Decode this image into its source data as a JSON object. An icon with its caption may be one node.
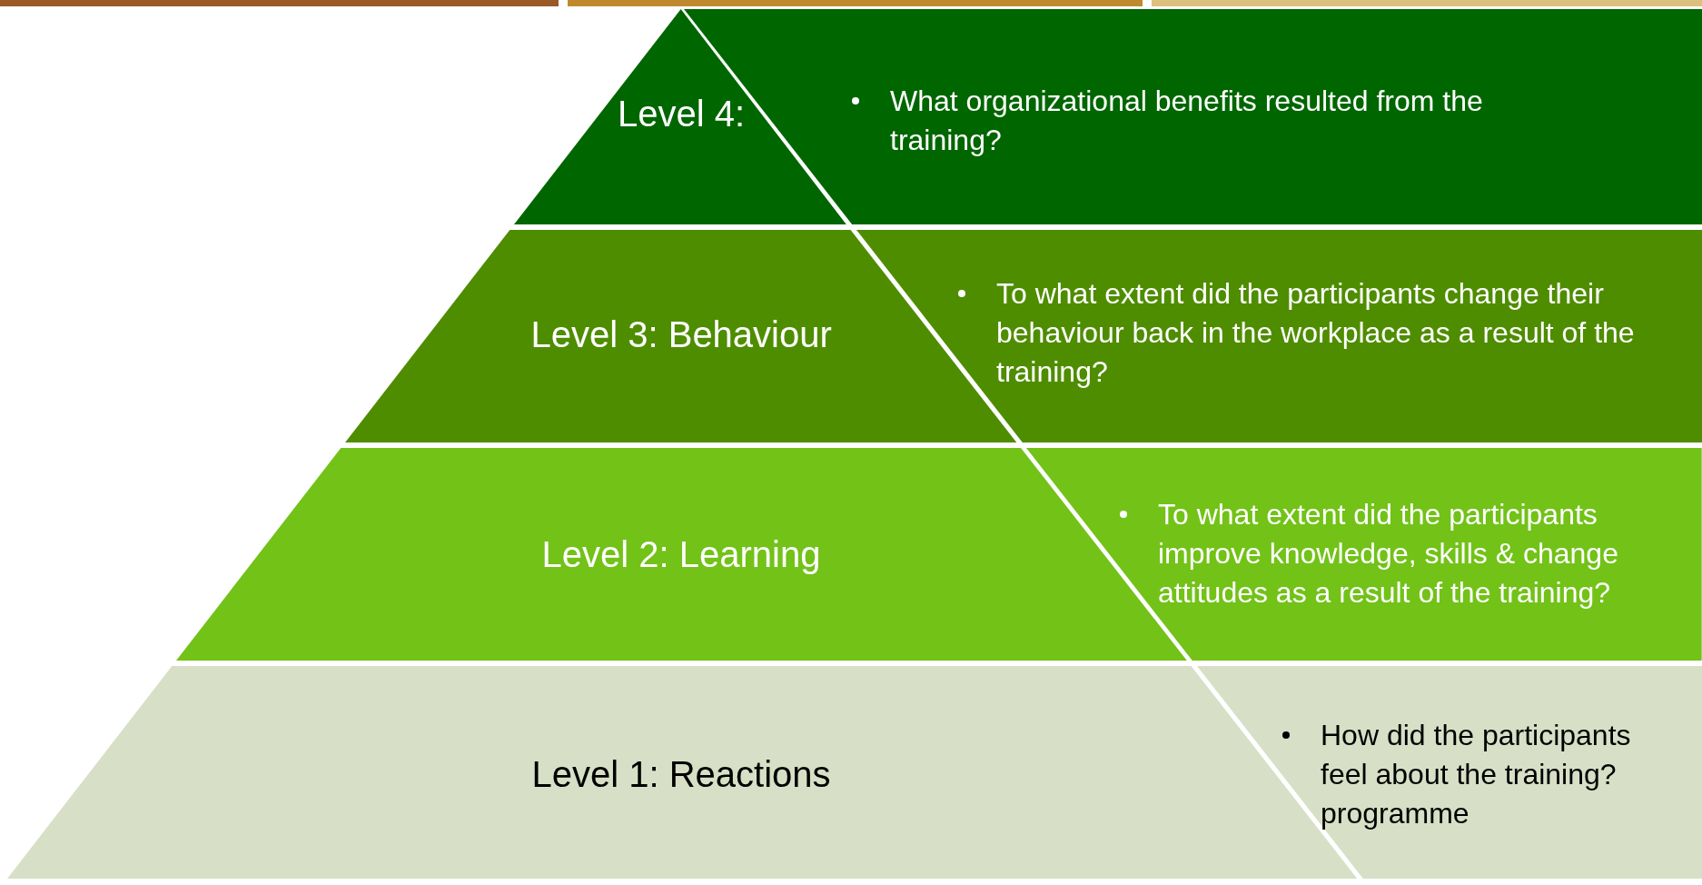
{
  "diagram": {
    "nodes": [
      {
        "text": [
          "Level 4:"
        ]
      },
      {
        "text": [
          "What organizational benefits resulted from the training?"
        ]
      },
      {
        "text": [
          "Level 3: Behaviour"
        ]
      },
      {
        "text": [
          "To what extent did the participants change their behaviour back in the workplace as a result of the training?"
        ]
      },
      {
        "text": [
          "Level 2: Learning"
        ]
      },
      {
        "text": [
          "To what extent did the participants improve knowledge, skills & change attitudes as a result of the training?"
        ]
      },
      {
        "text": [
          "Level 1: Reactions"
        ]
      },
      {
        "text": [
          "How did the participants feel about the training? programme"
        ]
      }
    ]
  }
}
